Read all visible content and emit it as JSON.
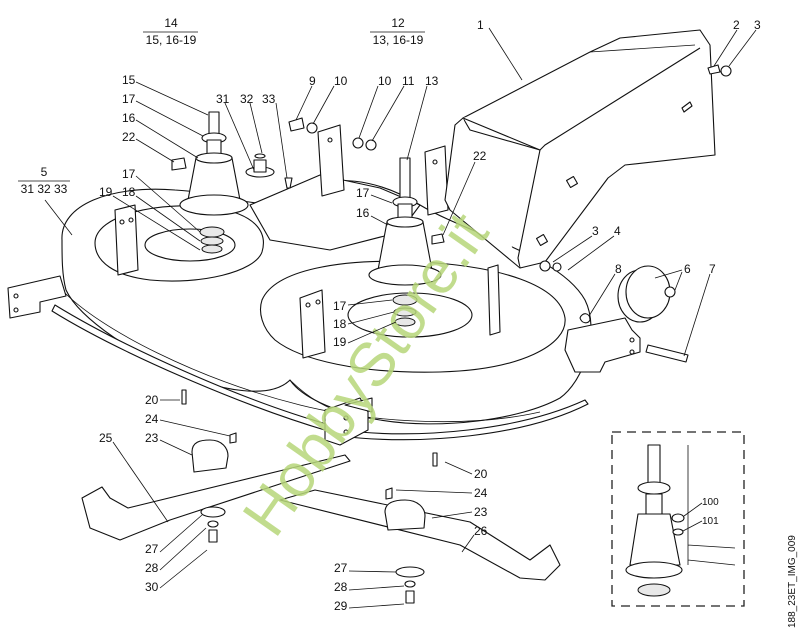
{
  "diagram": {
    "title": "Mower deck exploded parts diagram",
    "image_ref": "188_23ET_IMG_009",
    "watermark": "HobbyStore.it",
    "watermark_color": "#b7d77a",
    "groups": [
      {
        "id": "g14",
        "number": "14",
        "components": "15, 16-19"
      },
      {
        "id": "g12",
        "number": "12",
        "components": "13, 16-19"
      },
      {
        "id": "g5",
        "number": "5",
        "components": "31 32 33"
      }
    ],
    "callouts": {
      "c1": "1",
      "c2": "2",
      "c3a": "3",
      "c3b": "3",
      "c4": "4",
      "c6": "6",
      "c7": "7",
      "c8": "8",
      "c9": "9",
      "c10a": "10",
      "c10b": "10",
      "c11": "11",
      "c13": "13",
      "c15": "15",
      "c17a": "17",
      "c16a": "16",
      "c22a": "22",
      "c31": "31",
      "c32": "32",
      "c33": "33",
      "c17b": "17",
      "c18a": "18",
      "c19a": "19",
      "c17c": "17",
      "c16b": "16",
      "c22b": "22",
      "c17d": "17",
      "c18b": "18",
      "c19b": "19",
      "c20a": "20",
      "c24a": "24",
      "c23a": "23",
      "c25": "25",
      "c27a": "27",
      "c28a": "28",
      "c30": "30",
      "c20b": "20",
      "c24b": "24",
      "c23b": "23",
      "c26": "26",
      "c27b": "27",
      "c28b": "28",
      "c29": "29",
      "c100": "100",
      "c101": "101"
    }
  }
}
